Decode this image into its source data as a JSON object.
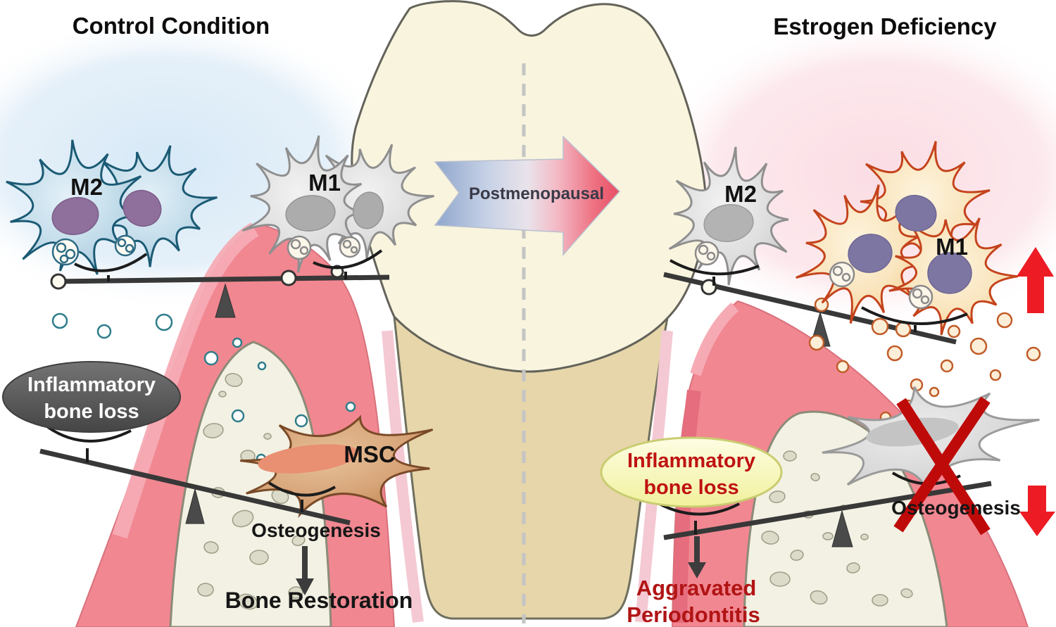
{
  "titles": {
    "left": "Control Condition",
    "right": "Estrogen Deficiency"
  },
  "center": {
    "arrow_label": "Postmenopausal"
  },
  "control": {
    "m2": "M2",
    "m1": "M1",
    "inflammatory_line1": "Inflammatory",
    "inflammatory_line2": "bone loss",
    "msc": "MSC",
    "osteogenesis": "Osteogenesis",
    "bone_restoration": "Bone Restoration"
  },
  "deficiency": {
    "m2": "M2",
    "m1": "M1",
    "inflammatory_line1": "Inflammatory",
    "inflammatory_line2": "bone loss",
    "osteogenesis": "Osteogenesis",
    "aggravated_line1": "Aggravated",
    "aggravated_line2": "Periodontitis"
  },
  "colors": {
    "m2_cell": "#b9d4e5",
    "m2_outline": "#1b5a74",
    "m1_gray_cell": "#d8d8d8",
    "m1_orange_cell": "#f8dcab",
    "m1_orange_outline": "#c4431c",
    "nucleus_purple": "#8f6f9c",
    "nucleus_slate": "#7e76a2",
    "msc_cell": "#d9a77e",
    "msc_nucleus": "#e98f72",
    "gum_pink": "#f18791",
    "bone": "#f2f1e3",
    "tooth_crown": "#f9f4de",
    "tooth_root": "#e6d6aa",
    "red_accent": "#ed1c24",
    "red_x": "#bf0a0a",
    "dark_red_text": "#b11414",
    "gray_ellipse": "#585858",
    "yellow_ellipse": "#f8f8b8",
    "blue_glow": "#dceaf6",
    "pink_glow": "#fbdfe5"
  }
}
